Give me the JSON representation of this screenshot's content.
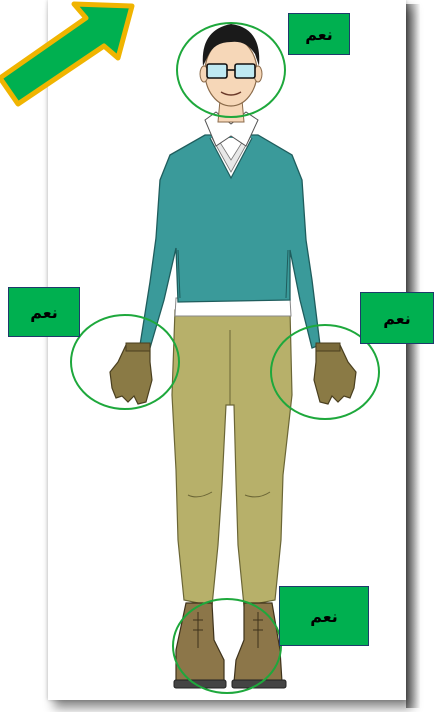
{
  "labels": {
    "head": "نعم",
    "left_hand": "نعم",
    "right_hand": "نعم",
    "feet": "نعم"
  },
  "colors": {
    "label_fill": "#00b050",
    "label_border": "#1f3a6b",
    "circle_stroke": "#1ea83c",
    "arrow_fill": "#00b050",
    "arrow_outline": "#f0b400",
    "sweater": "#3a9a9a",
    "pants": "#b7b06a",
    "gloves": "#8a7a45",
    "boots": "#8c7649"
  },
  "icons": [
    "arrow-icon",
    "person-figure-icon"
  ]
}
